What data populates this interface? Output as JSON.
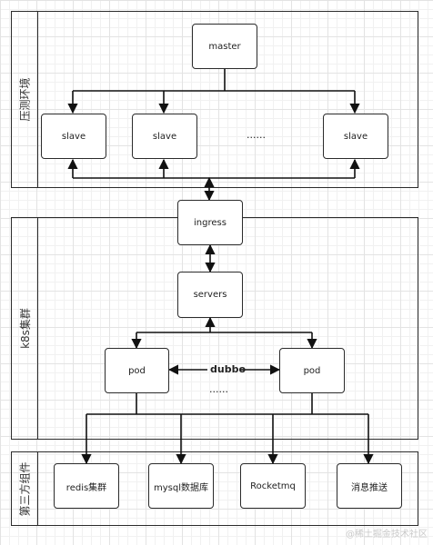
{
  "groups": {
    "stress": "压测环境",
    "k8s": "k8s集群",
    "thirdparty": "第三方组件"
  },
  "nodes": {
    "master": "master",
    "slave1": "slave",
    "slave2": "slave",
    "slave3": "slave",
    "ingress": "ingress",
    "servers": "servers",
    "pod1": "pod",
    "pod2": "pod",
    "redis": "redis集群",
    "mysql": "mysql数据库",
    "rocketmq": "Rocketmq",
    "msg": "消息推送"
  },
  "labels": {
    "slave_ellipsis": "......",
    "pod_ellipsis": "......",
    "dubbo": "dubbo"
  },
  "watermark": "@稀土掘金技术社区"
}
